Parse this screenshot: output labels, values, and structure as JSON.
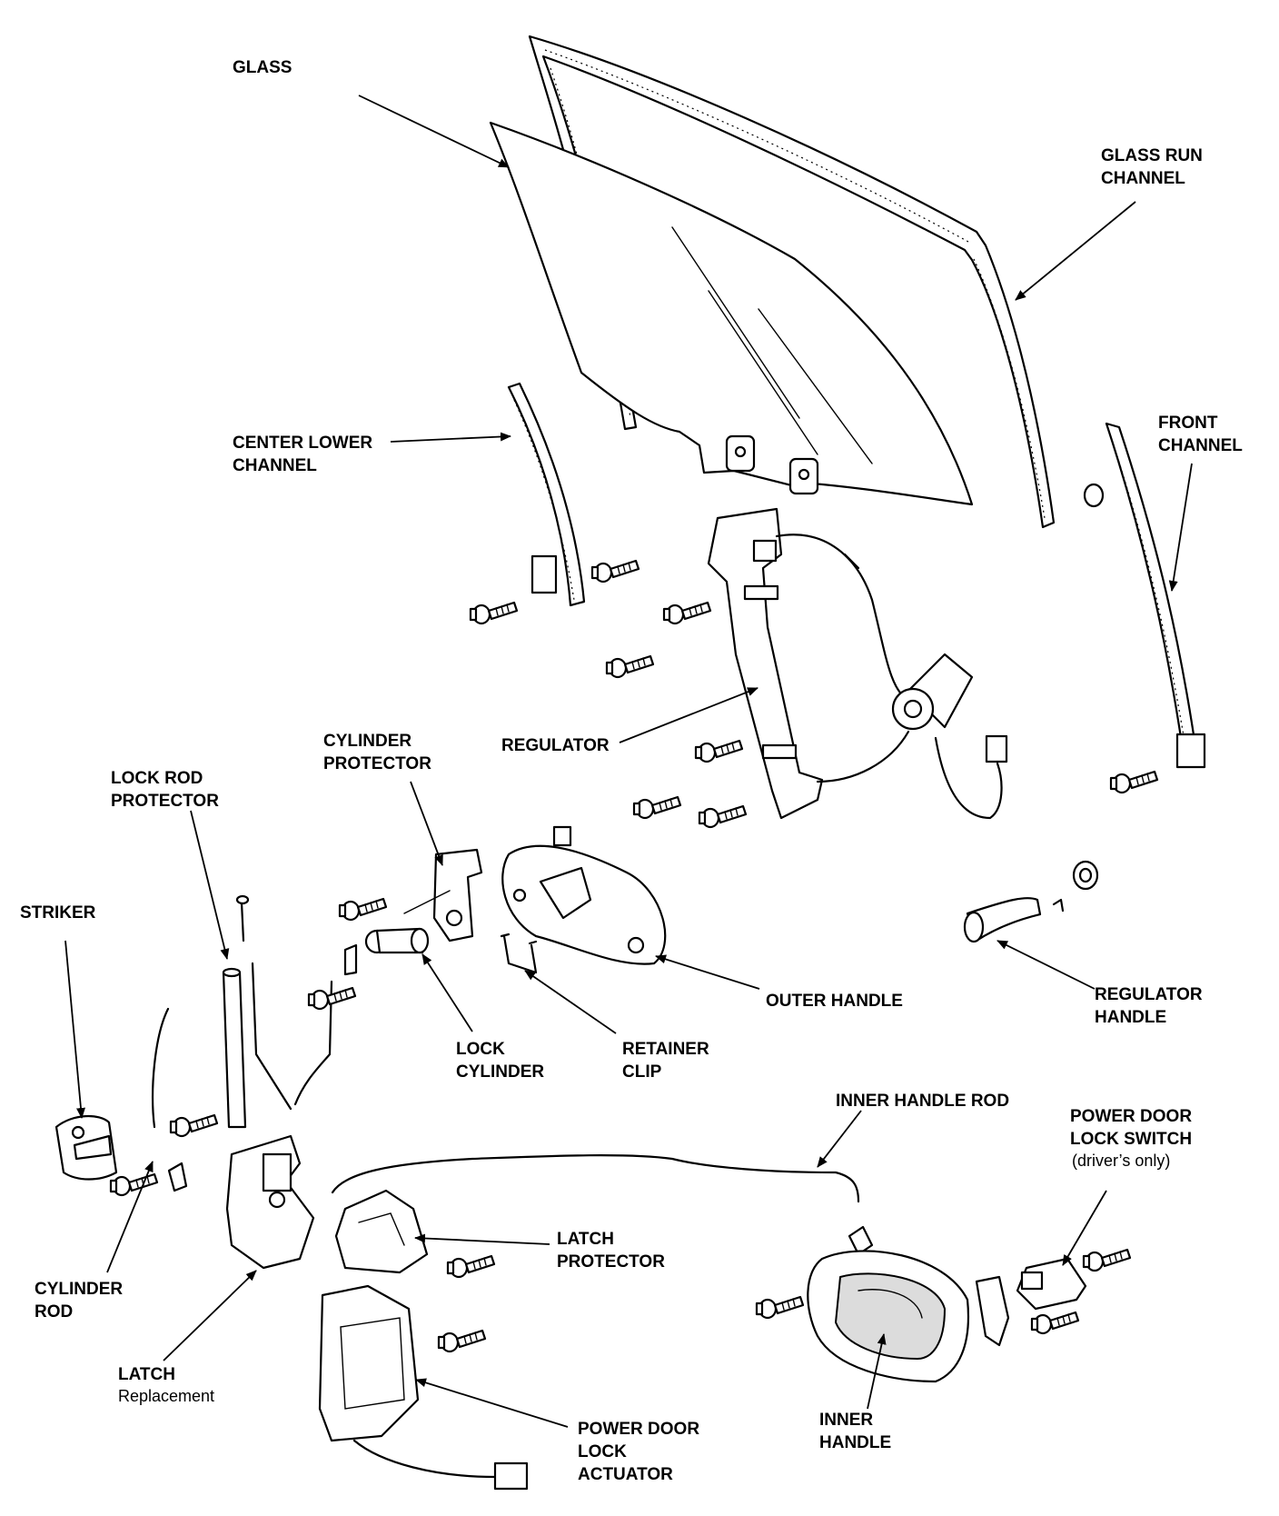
{
  "labels": {
    "glass": "GLASS",
    "glass_run_channel": [
      "GLASS RUN",
      "CHANNEL"
    ],
    "center_lower_channel": [
      "CENTER LOWER",
      "CHANNEL"
    ],
    "front_channel": [
      "FRONT",
      "CHANNEL"
    ],
    "regulator": "REGULATOR",
    "cylinder_protector": [
      "CYLINDER",
      "PROTECTOR"
    ],
    "lock_rod_protector": [
      "LOCK ROD",
      "PROTECTOR"
    ],
    "striker": "STRIKER",
    "outer_handle": "OUTER HANDLE",
    "regulator_handle": [
      "REGULATOR",
      "HANDLE"
    ],
    "lock_cylinder": [
      "LOCK",
      "CYLINDER"
    ],
    "retainer_clip": [
      "RETAINER",
      "CLIP"
    ],
    "inner_handle_rod": "INNER HANDLE ROD",
    "power_door_lock_switch": [
      "POWER DOOR",
      "LOCK SWITCH"
    ],
    "power_door_lock_switch_note": "(driver’s only)",
    "cylinder_rod": [
      "CYLINDER",
      "ROD"
    ],
    "latch_protector": [
      "LATCH",
      "PROTECTOR"
    ],
    "latch": "LATCH",
    "latch_note": "Replacement",
    "inner_handle": [
      "INNER",
      "HANDLE"
    ],
    "power_door_lock_actuator": [
      "POWER DOOR",
      "LOCK",
      "ACTUATOR"
    ]
  }
}
